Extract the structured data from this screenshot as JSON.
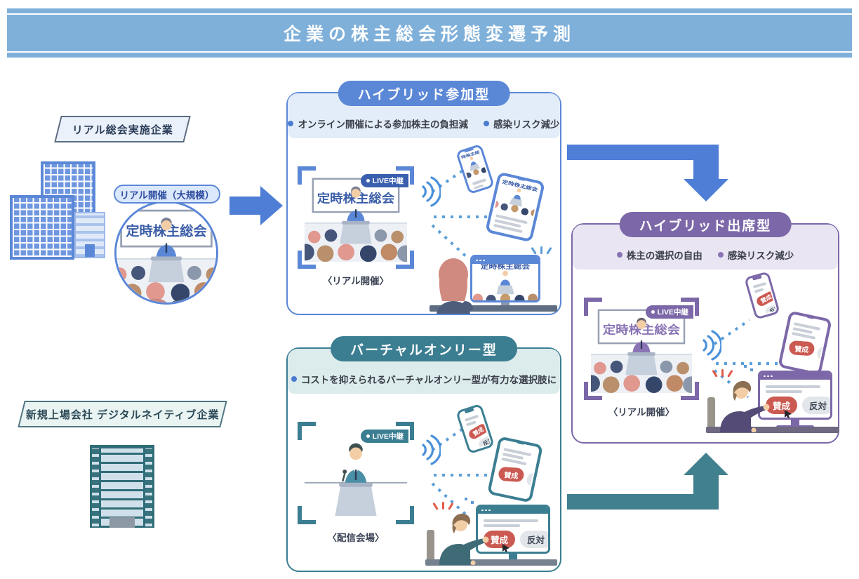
{
  "header": {
    "title": "企業の株主総会形態変遷予測"
  },
  "source_labels": {
    "real": "リアル総会実施企業",
    "digital": "新規上場会社 デジタルネイティブ企業"
  },
  "real_format_pill": "リアル開催（大規模）",
  "common": {
    "sign_text": "定時株主総会",
    "live_badge": "LIVE中継",
    "vote_yes": "賛成",
    "vote_no": "反対"
  },
  "boxes": {
    "hybrid_participation": {
      "title": "ハイブリッド参加型",
      "bullets": [
        "オンライン開催による参加株主の負担減",
        "感染リスク減少"
      ],
      "caption": "〈リアル開催〉"
    },
    "virtual_only": {
      "title": "バーチャルオンリー型",
      "bullets": [
        "コストを抑えられるバーチャルオンリー型が有力な選択肢に"
      ],
      "caption": "〈配信会場〉"
    },
    "hybrid_attendance": {
      "title": "ハイブリッド出席型",
      "bullets": [
        "株主の選択の自由",
        "感染リスク減少"
      ],
      "caption": "〈リアル開催〉"
    }
  },
  "colors": {
    "header_bg": "#7fb0da",
    "blue": "#5b87d7",
    "teal": "#3b7e92",
    "purple": "#7c68a8",
    "vote_yes_red": "#cb5a52",
    "vote_no_gray": "#e2e6ea"
  }
}
